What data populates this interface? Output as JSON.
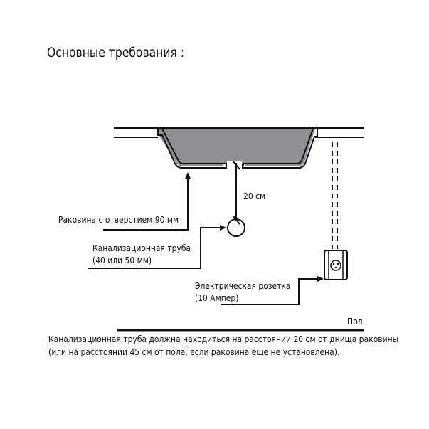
{
  "title": "Основные требования :",
  "labels": {
    "distance": "20 см",
    "sink": "Раковина с отверстием 90 мм",
    "pipe_line1": "Канализационная труба",
    "pipe_line2": "(40 или 50 мм)",
    "socket_line1": "Электрическая розетка",
    "socket_line2": "(10 Ампер)",
    "floor": "Пол"
  },
  "note": {
    "line1": "Канализационная труба должна находиться на расстоянии 20 см от днища раковины",
    "line2": "(или на расстоянии 45 см от пола, если раковина еще не установлена)."
  },
  "colors": {
    "sink_fill": "#8f8f91",
    "line": "#111111",
    "background": "#ffffff"
  }
}
